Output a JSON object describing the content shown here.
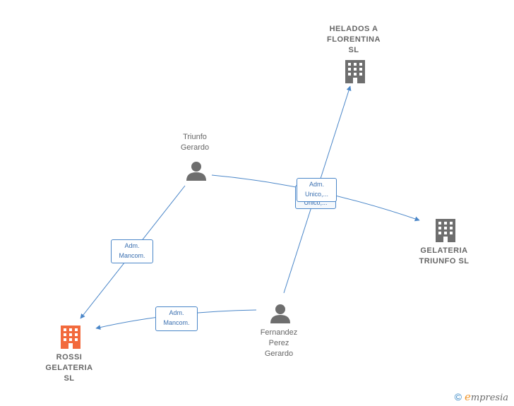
{
  "nodes": {
    "helados": {
      "label": "HELADOS A\nFLORENTINA\nSL",
      "type": "company"
    },
    "triunfo_gerardo": {
      "label": "Triunfo\nGerardo",
      "type": "person"
    },
    "gelateria_triunfo": {
      "label": "GELATERIA\nTRIUNFO  SL",
      "type": "company"
    },
    "fernandez": {
      "label": "Fernandez\nPerez\nGerardo",
      "type": "person"
    },
    "rossi": {
      "label": "ROSSI\nGELATERIA\nSL",
      "type": "company-focus"
    }
  },
  "edges": {
    "triunfo_to_rossi": {
      "label": "Adm.\nMancom."
    },
    "fernandez_to_rossi": {
      "label": "Adm.\nMancom."
    },
    "shared_front": {
      "label": "Adm.\nUnico,..."
    },
    "shared_back": {
      "label": "Unico,..."
    }
  },
  "colors": {
    "edge": "#4a86c8",
    "company_icon": "#6e6e6e",
    "person_icon": "#6e6e6e",
    "focus_icon": "#f26a3d"
  },
  "brand": {
    "copyright": "©",
    "e": "e",
    "rest": "mpresia"
  }
}
